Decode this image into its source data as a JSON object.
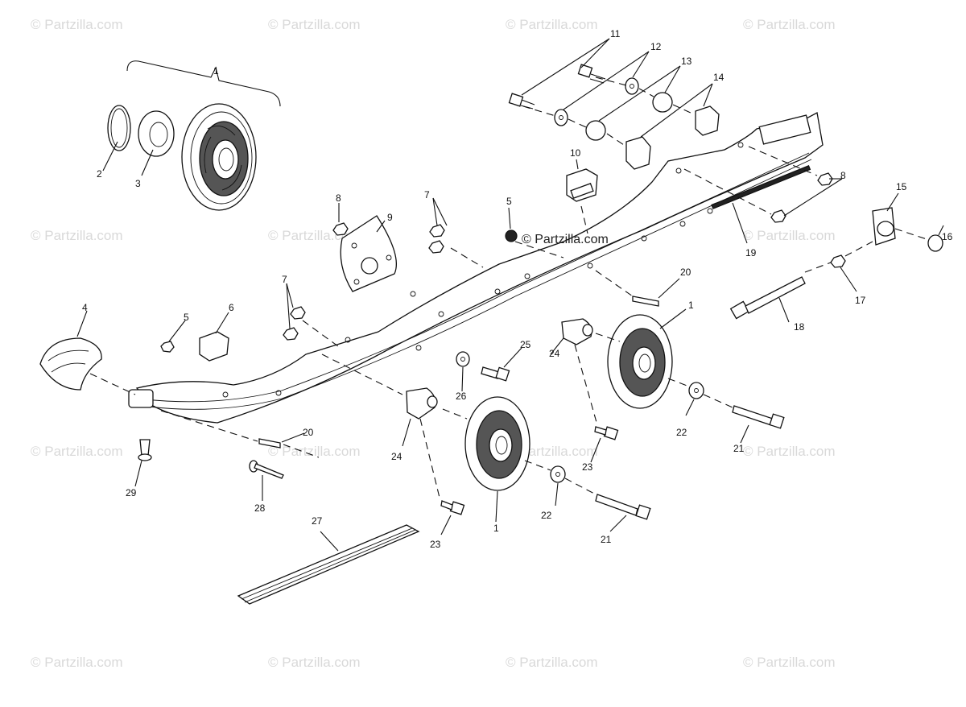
{
  "watermark": {
    "text": "© Partzilla.com",
    "center_text": "© Partzilla.com"
  },
  "callouts": {
    "c1_top": "1",
    "c1_mid": "1",
    "c1_low": "1",
    "c2": "2",
    "c3": "3",
    "c4": "4",
    "c5_left": "5",
    "c5_top": "5",
    "c6": "6",
    "c7_top": "7",
    "c7_left": "7",
    "c8_mid": "8",
    "c8_right": "8",
    "c9": "9",
    "c10": "10",
    "c11": "11",
    "c12": "12",
    "c13": "13",
    "c14": "14",
    "c15": "15",
    "c16": "16",
    "c17": "17",
    "c18": "18",
    "c19": "19",
    "c20_right": "20",
    "c20_left": "20",
    "c21_right": "21",
    "c21_low": "21",
    "c22_right": "22",
    "c22_low": "22",
    "c23_right": "23",
    "c23_low": "23",
    "c24_right": "24",
    "c24_left": "24",
    "c25": "25",
    "c26": "26",
    "c27": "27",
    "c28": "28",
    "c29": "29"
  }
}
